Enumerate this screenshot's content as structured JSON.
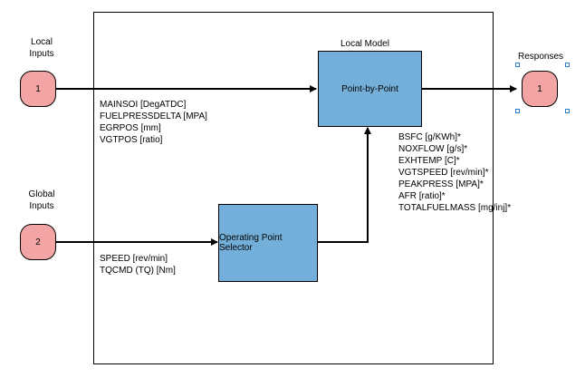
{
  "local_inputs": {
    "label_line1": "Local",
    "label_line2": "Inputs",
    "port_number": "1"
  },
  "global_inputs": {
    "label_line1": "Global",
    "label_line2": "Inputs",
    "port_number": "2"
  },
  "responses": {
    "label": "Responses",
    "port_number": "1"
  },
  "local_model": {
    "title": "Local Model",
    "block_label": "Point-by-Point"
  },
  "operating_point_selector": {
    "block_label": "Operating Point Selector"
  },
  "local_signals": [
    "MAINSOI [DegATDC]",
    "FUELPRESSDELTA [MPA]",
    "EGRPOS [mm]",
    "VGTPOS [ratio]"
  ],
  "global_signals": [
    "SPEED [rev/min]",
    "TQCMD (TQ) [Nm]"
  ],
  "response_signals": [
    "BSFC [g/KWh]*",
    "NOXFLOW [g/s]*",
    "EXHTEMP [C]*",
    "VGTSPEED [rev/min]*",
    "PEAKPRESS [MPA]*",
    "AFR [ratio]*",
    "TOTALFUELMASS [mg/inj]*"
  ]
}
